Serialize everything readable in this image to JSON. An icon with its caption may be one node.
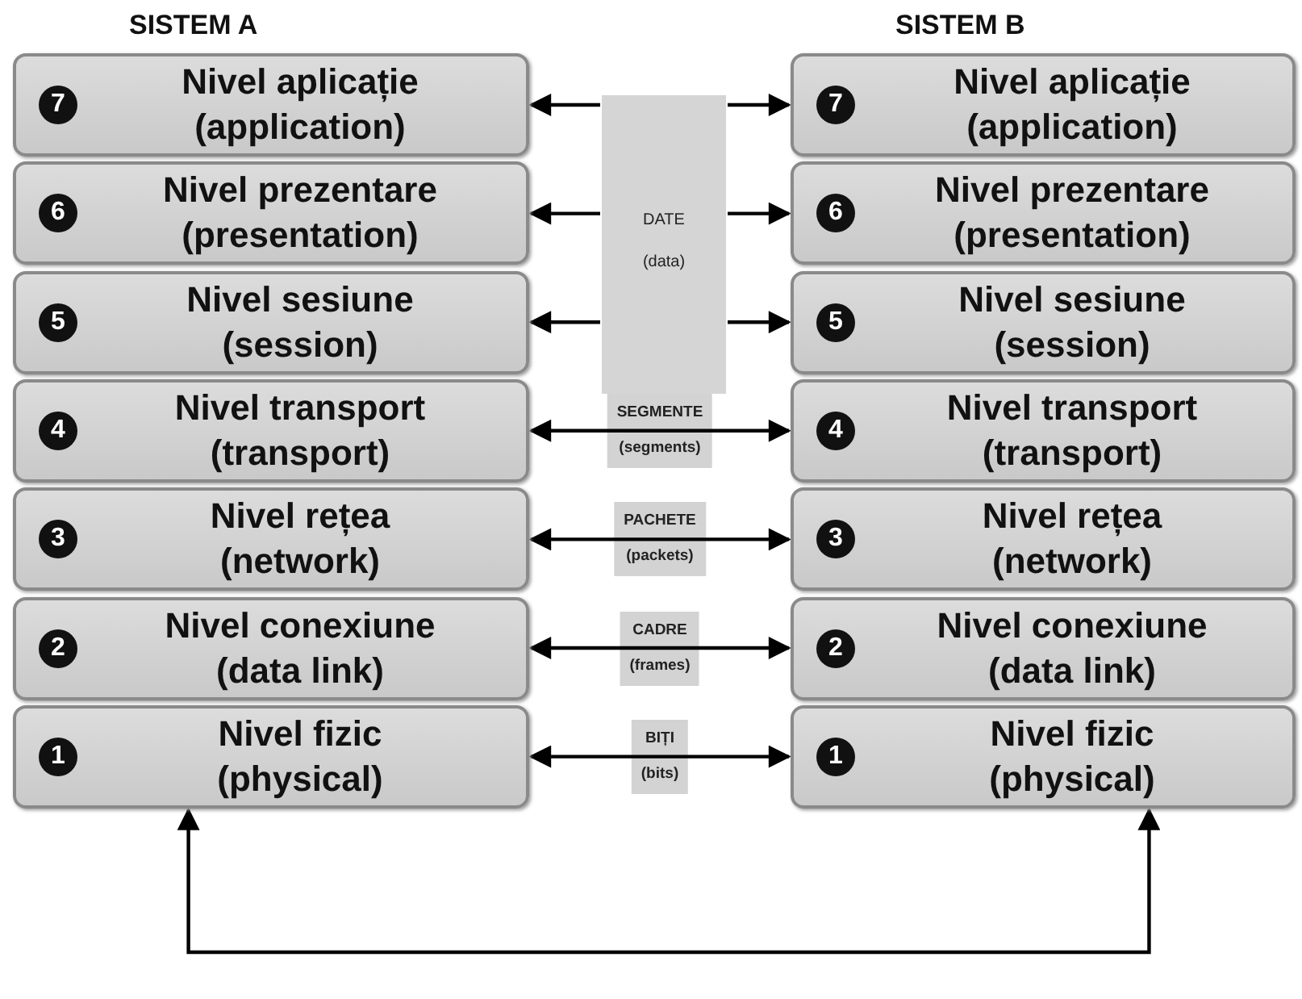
{
  "diagram": {
    "nodes": [
      {
        "text": [
          "7",
          "Nivel aplicație",
          "(application)"
        ]
      },
      {
        "text": [
          "6",
          "Nivel prezentare",
          "(presentation)"
        ]
      },
      {
        "text": [
          "5",
          "Nivel sesiune",
          "(session)"
        ]
      },
      {
        "text": [
          "4",
          "Nivel transport",
          "(transport)"
        ]
      },
      {
        "text": [
          "3",
          "Nivel rețea",
          "(network)"
        ]
      },
      {
        "text": [
          "2",
          "Nivel conexiune",
          "(data link)"
        ]
      },
      {
        "text": [
          "1",
          "Nivel fizic",
          "(physical)"
        ]
      },
      {
        "text": [
          "DATE",
          "(data)"
        ]
      },
      {
        "text": [
          "7",
          "Nivel aplicație",
          "(application)"
        ]
      },
      {
        "text": [
          "6",
          "Nivel prezentare",
          "(presentation)"
        ]
      },
      {
        "text": [
          "5",
          "Nivel sesiune",
          "(session)"
        ]
      },
      {
        "text": [
          "4",
          "Nivel transport",
          "(transport)"
        ]
      },
      {
        "text": [
          "3",
          "Nivel rețea",
          "(network)"
        ]
      },
      {
        "text": [
          "2",
          "Nivel conexiune",
          "(data link)"
        ]
      },
      {
        "text": [
          "1",
          "Nivel fizic",
          "(physical)"
        ]
      }
    ],
    "edges": [
      {
        "from": 7,
        "to": 0,
        "arrow": "to"
      },
      {
        "from": 7,
        "to": 8,
        "arrow": "to"
      },
      {
        "from": 7,
        "to": 1,
        "arrow": "to"
      },
      {
        "from": 7,
        "to": 9,
        "arrow": "to"
      },
      {
        "from": 7,
        "to": 2,
        "arrow": "to"
      },
      {
        "from": 7,
        "to": 10,
        "arrow": "to"
      },
      {
        "from": 3,
        "to": 11,
        "arrow": "both",
        "label": "SEGMENTE (segments)"
      },
      {
        "from": 4,
        "to": 12,
        "arrow": "both",
        "label": "PACHETE (packets)"
      },
      {
        "from": 5,
        "to": 13,
        "arrow": "both",
        "label": "CADRE (frames)"
      },
      {
        "from": 6,
        "to": 14,
        "arrow": "both",
        "label": "BIȚI (bits)"
      },
      {
        "from": 6,
        "to": 14,
        "arrow": "both"
      }
    ],
    "labels": [
      "SISTEM A",
      "SISTEM B"
    ]
  }
}
